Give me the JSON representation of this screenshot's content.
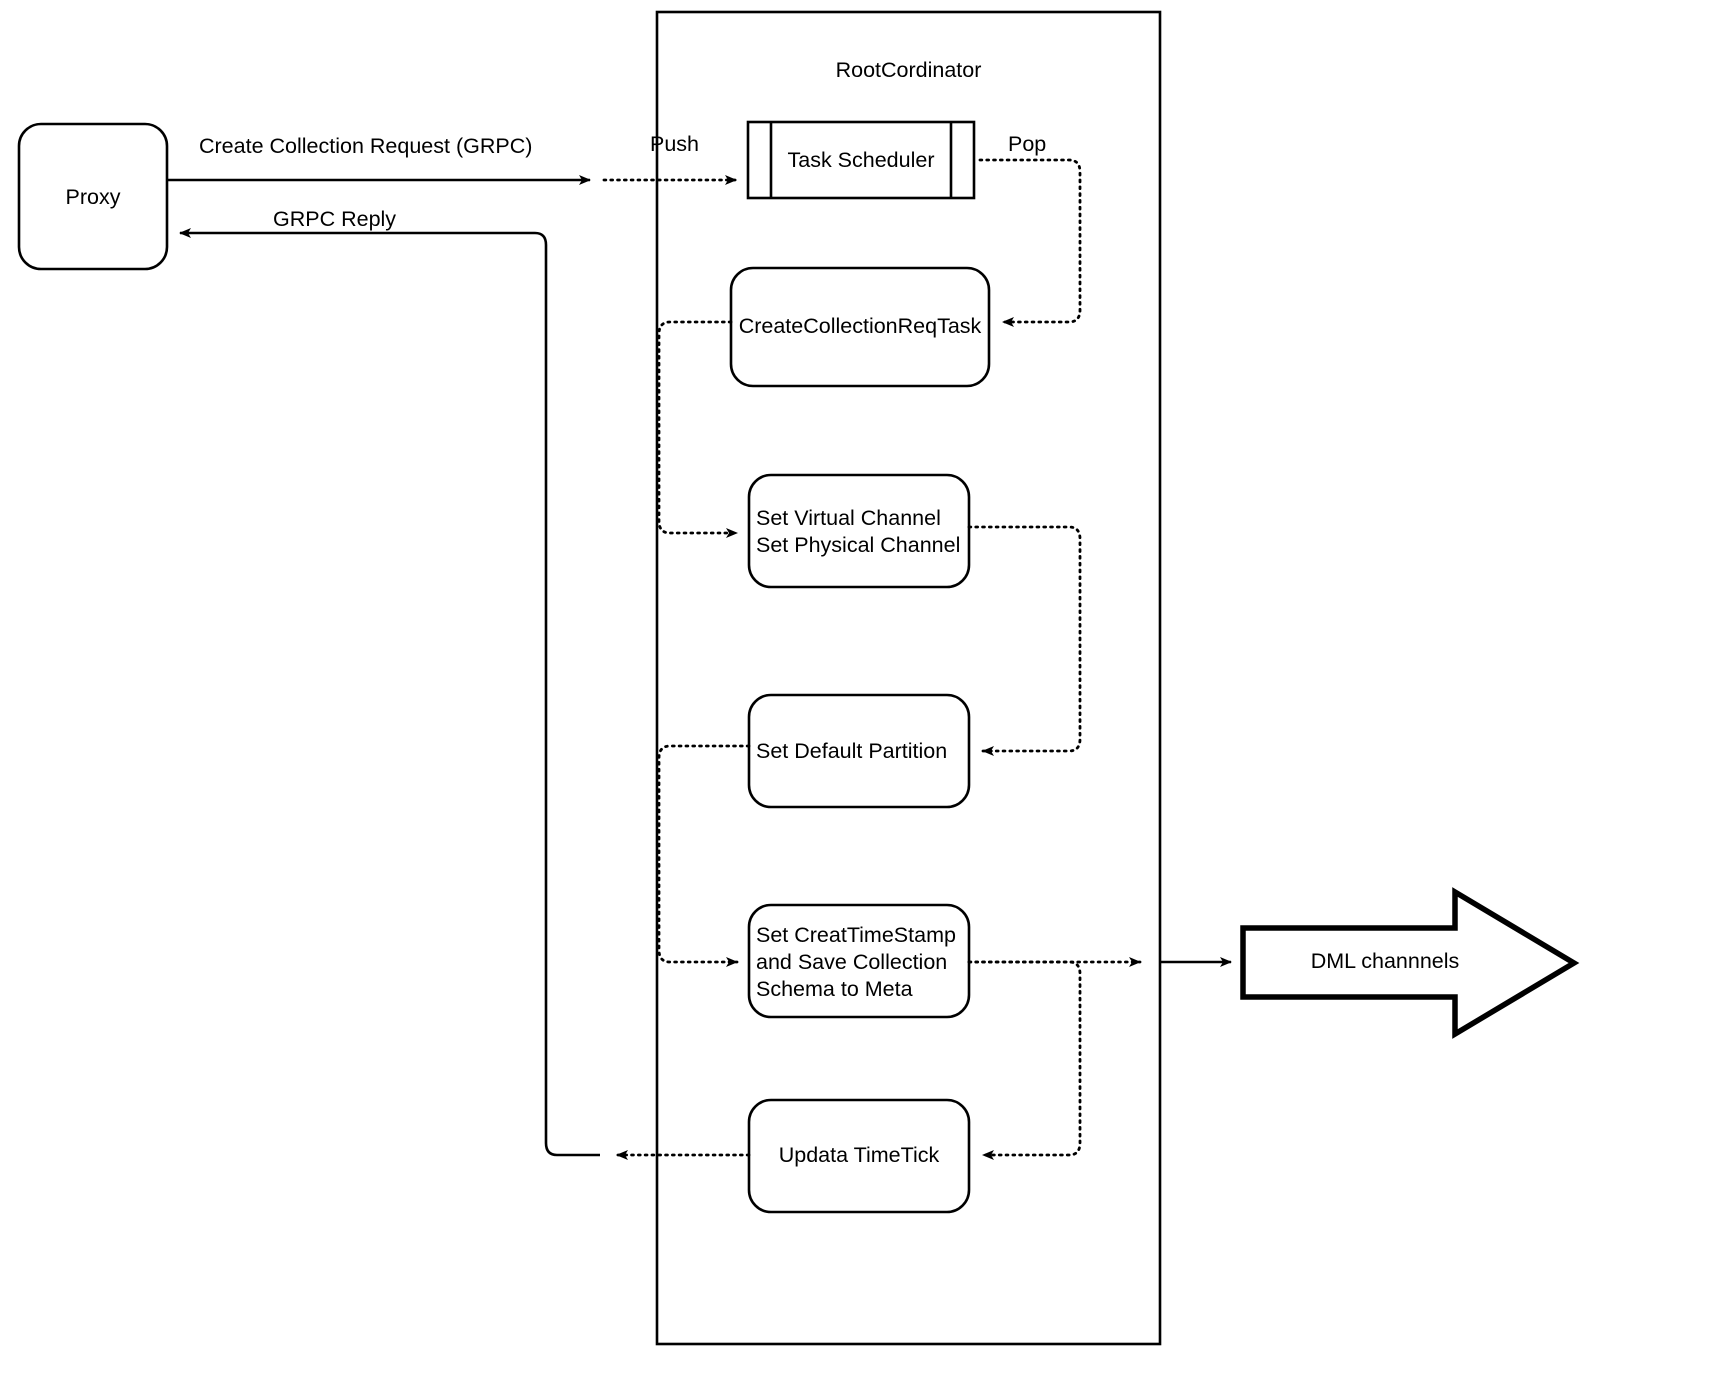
{
  "diagram": {
    "title": "RootCordinator",
    "container_label": "RootCordinator",
    "external_nodes": {
      "proxy": "Proxy",
      "dml_channels": "DML channnels"
    },
    "internal_nodes": [
      {
        "id": "task-scheduler",
        "label": "Task Scheduler"
      },
      {
        "id": "create-collection-req-task",
        "label": "CreateCollectionReqTask"
      },
      {
        "id": "set-channels",
        "label": "Set Virtual Channel\nSet Physical Channel"
      },
      {
        "id": "set-default-partition",
        "label": "Set Default Partition"
      },
      {
        "id": "set-createtimestamp",
        "label": "Set CreatTimeStamp\nand Save Collection\nSchema to Meta"
      },
      {
        "id": "update-timetick",
        "label": "Updata TimeTick"
      }
    ],
    "edge_labels": [
      {
        "id": "create-collection-request",
        "label": "Create Collection Request (GRPC)"
      },
      {
        "id": "grpc-reply",
        "label": "GRPC Reply"
      },
      {
        "id": "push",
        "label": "Push"
      },
      {
        "id": "pop",
        "label": "Pop"
      }
    ],
    "colors": {
      "stroke": "#000000",
      "fill": "#ffffff",
      "text": "#000000"
    }
  }
}
